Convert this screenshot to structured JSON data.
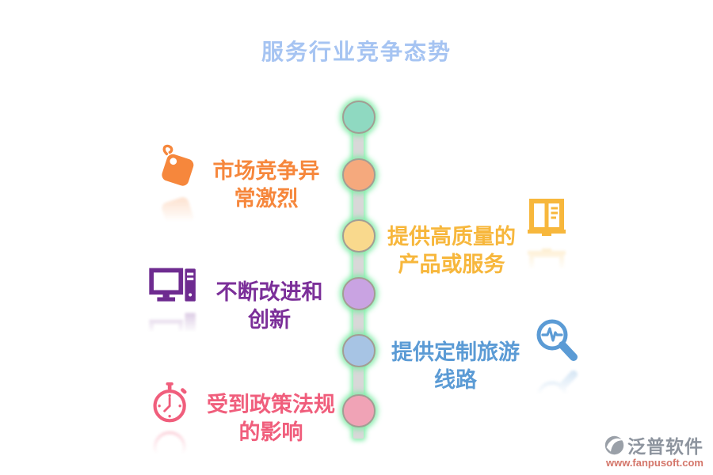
{
  "title": {
    "text": "服务行业竞争态势",
    "color": "#a6c4f2"
  },
  "timeline": {
    "bar_color": "#d8d8d8",
    "glow_color": "#7deba5",
    "node_border_color": "#a39d94",
    "node_colors": [
      "#8fd9c1",
      "#f5a97d",
      "#f9d98d",
      "#c9a3e2",
      "#a7c4e4",
      "#f0a3b6"
    ]
  },
  "items": [
    {
      "icon": "tag-icon",
      "side": "left",
      "color": "#f6873c",
      "lines": [
        "市场竞争异",
        "常激烈"
      ]
    },
    {
      "icon": "book-icon",
      "side": "right",
      "color": "#f7b73c",
      "lines": [
        "提供高质量的",
        "产品或服务"
      ]
    },
    {
      "icon": "computer-icon",
      "side": "left",
      "color": "#7b2f99",
      "lines": [
        "不断改进和",
        "创新"
      ]
    },
    {
      "icon": "magnifier-icon",
      "side": "right",
      "color": "#5b9bd5",
      "lines": [
        "提供定制旅游",
        "线路"
      ]
    },
    {
      "icon": "stopwatch-icon",
      "side": "left",
      "color": "#f05e7c",
      "lines": [
        "受到政策法规",
        "的影响"
      ]
    }
  ],
  "watermark": {
    "brand": "泛普软件",
    "url": "www.fanpusoft.com",
    "brand_color": "#8d949e",
    "url_color": "#d4766a"
  }
}
